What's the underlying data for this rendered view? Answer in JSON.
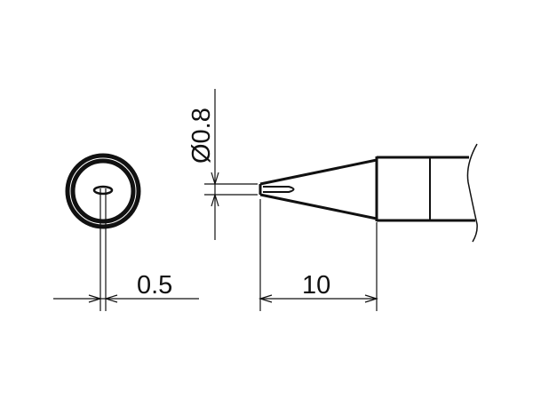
{
  "diagram": {
    "labels": {
      "diameter": "Ø0.8",
      "slot_width": "0.5",
      "taper_length": "10"
    },
    "colors": {
      "line": "#111111",
      "watermark": "#d8d8d8"
    }
  }
}
